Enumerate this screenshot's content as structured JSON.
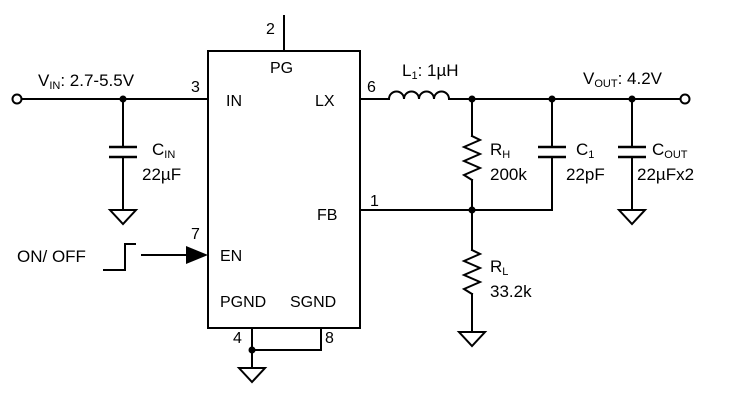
{
  "ic": {
    "pins": {
      "pg": {
        "num": "2",
        "label": "PG"
      },
      "in": {
        "num": "3",
        "label": "IN"
      },
      "lx": {
        "num": "6",
        "label": "LX"
      },
      "fb": {
        "num": "1",
        "label": "FB"
      },
      "en": {
        "num": "7",
        "label": "EN"
      },
      "pgnd": {
        "num": "4",
        "label": "PGND"
      },
      "sgnd": {
        "num": "8",
        "label": "SGND"
      }
    }
  },
  "vin": {
    "name": "V",
    "sub": "IN",
    "value": ": 2.7-5.5V"
  },
  "vout": {
    "name": "V",
    "sub": "OUT",
    "value": ": 4.2V"
  },
  "on_off": {
    "label": "ON/ OFF"
  },
  "components": {
    "cin": {
      "name": "C",
      "sub": "IN",
      "value": "22µF"
    },
    "l1": {
      "name": "L",
      "sub": "1",
      "value": ": 1µH"
    },
    "rh": {
      "name": "R",
      "sub": "H",
      "value": "200k"
    },
    "c1": {
      "name": "C",
      "sub": "1",
      "value": "22pF"
    },
    "cout": {
      "name": "C",
      "sub": "OUT",
      "value": "22µFx2"
    },
    "rl": {
      "name": "R",
      "sub": "L",
      "value": "33.2k"
    }
  }
}
